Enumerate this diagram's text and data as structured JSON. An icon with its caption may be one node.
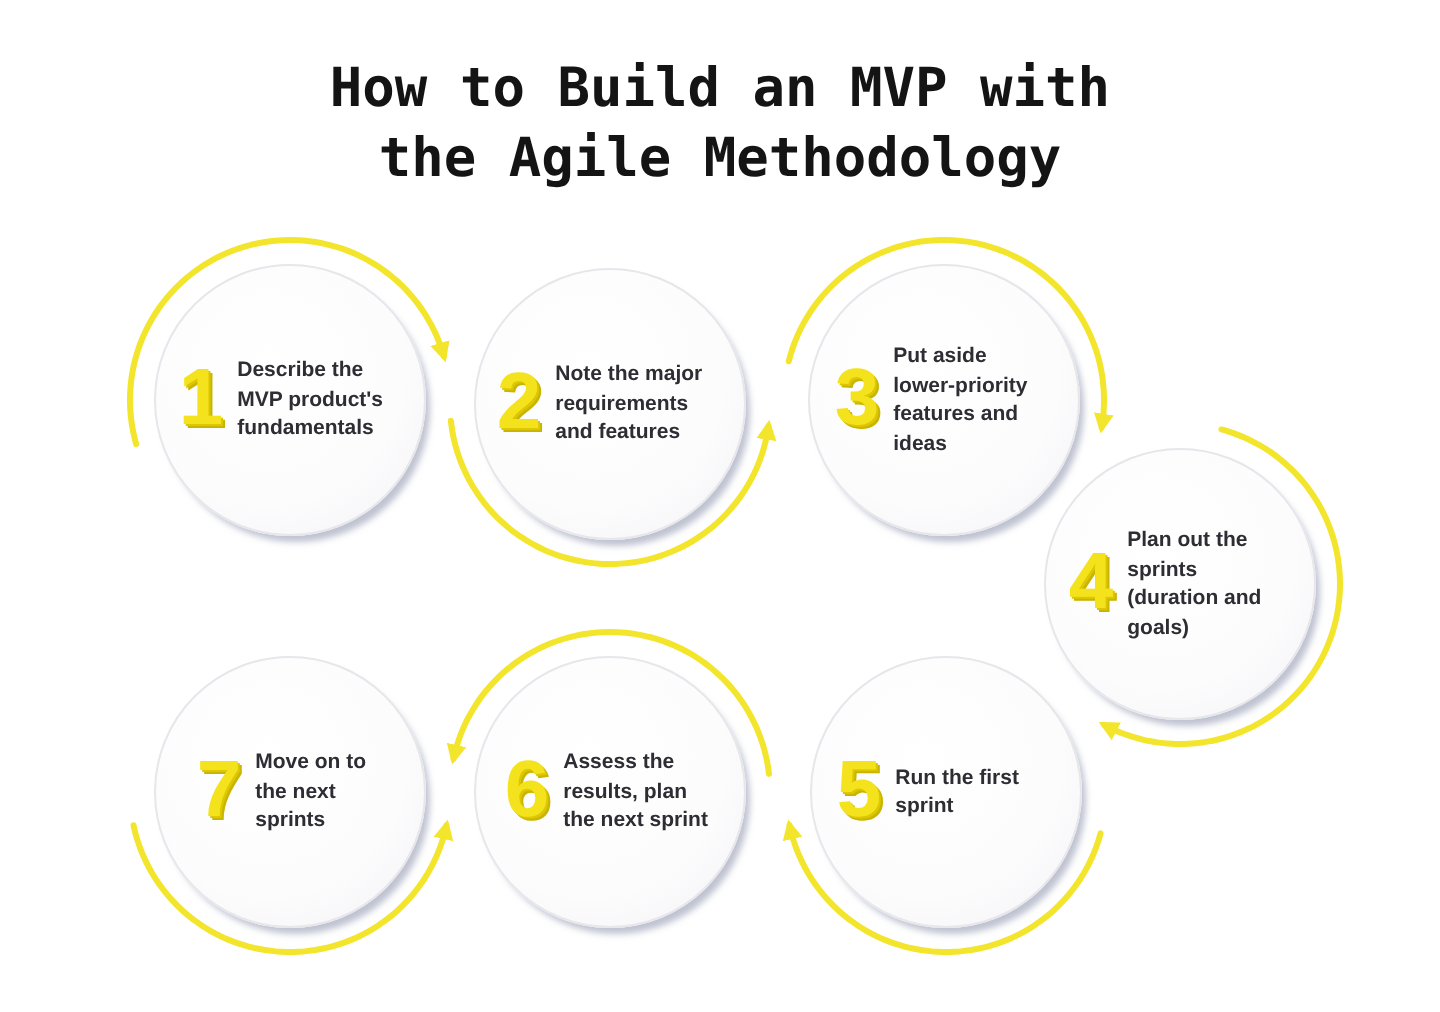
{
  "diagram": {
    "title": "How to Build an MVP with the Agile Methodology",
    "nodes": [
      {
        "text": [
          "1",
          "Describe the MVP product's fundamentals"
        ]
      },
      {
        "text": [
          "2",
          "Note the major requirements and features"
        ]
      },
      {
        "text": [
          "3",
          "Put aside lower-priority features and ideas"
        ]
      },
      {
        "text": [
          "4",
          "Plan out the sprints (duration and goals)"
        ]
      },
      {
        "text": [
          "5",
          "Run the first sprint"
        ]
      },
      {
        "text": [
          "6",
          "Assess the results, plan the next sprint"
        ]
      },
      {
        "text": [
          "7",
          "Move on to the next sprints"
        ]
      }
    ],
    "edges": [
      {
        "from": 0,
        "to": 1,
        "arrow": "to"
      },
      {
        "from": 1,
        "to": 2,
        "arrow": "to"
      },
      {
        "from": 2,
        "to": 3,
        "arrow": "to"
      },
      {
        "from": 3,
        "to": 4,
        "arrow": "to"
      },
      {
        "from": 4,
        "to": 5,
        "arrow": "to"
      },
      {
        "from": 5,
        "to": 6,
        "arrow": "to"
      },
      {
        "from": 6,
        "to": 5,
        "arrow": "to"
      }
    ]
  }
}
